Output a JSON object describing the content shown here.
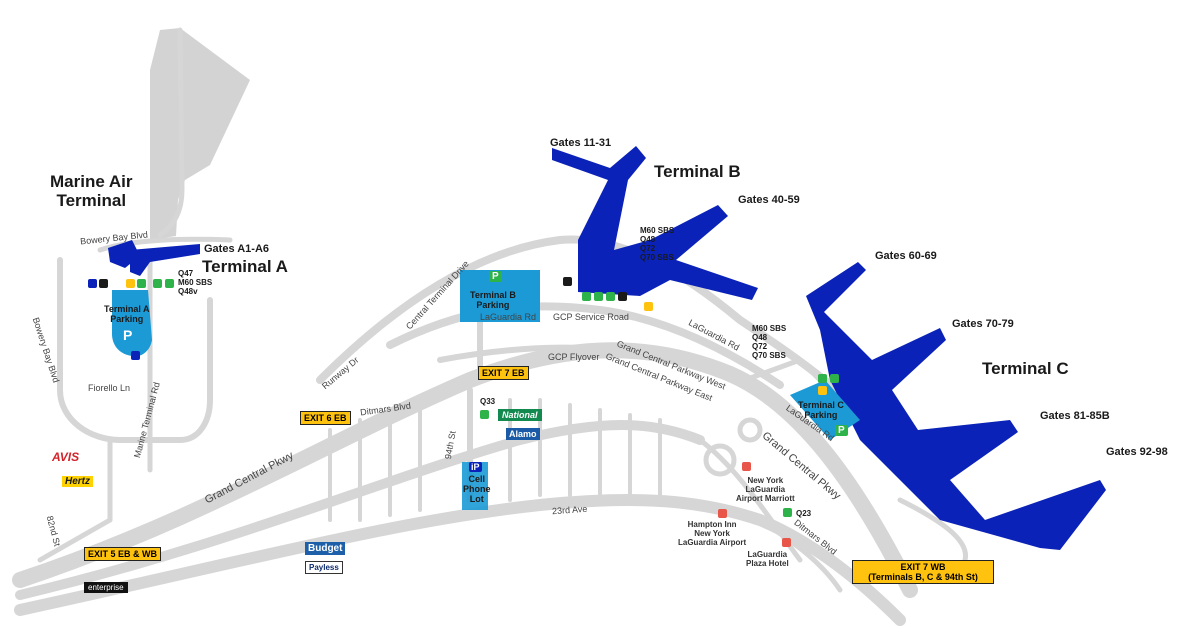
{
  "terminals": {
    "marine_air": "Marine Air\nTerminal",
    "a": "Terminal A",
    "b": "Terminal B",
    "c": "Terminal C"
  },
  "gates": {
    "a": "Gates A1-A6",
    "b1": "Gates 11-31",
    "b2": "Gates 40-59",
    "c1": "Gates 60-69",
    "c2": "Gates 70-79",
    "c3": "Gates 81-85B",
    "c4": "Gates 92-98"
  },
  "parking": {
    "a": "Terminal A\nParking",
    "b": "Terminal B\nParking",
    "c": "Terminal C\nParking",
    "cell": "Cell\nPhone\nLot",
    "symbol": "P",
    "cell_symbol": "iP"
  },
  "bus_routes": {
    "a": "Q47\nM60 SBS\nQ48v",
    "b": "M60 SBS\nQ48\nQ72\nQ70 SBS",
    "c": "M60 SBS\nQ48\nQ72\nQ70 SBS",
    "q33": "Q33",
    "q23": "Q23"
  },
  "roads": {
    "bowery_bay_blvd_top": "Bowery Bay Blvd",
    "bowery_bay_blvd_left": "Bowery Bay Blvd",
    "fiorello": "Fiorello Ln",
    "marine_terminal": "Marine Terminal Rd",
    "central_terminal": "Central Terminal Drive",
    "laguardia_rd_b": "LaGuardia Rd",
    "gcp_service": "GCP Service Road",
    "laguardia_rd_right": "LaGuardia Rd",
    "runway": "Runway Dr",
    "gcp_flyover": "GCP Flyover",
    "gcp_west": "Grand Central Parkway West",
    "gcp_east": "Grand Central Parkway East",
    "laguardia_rd_c": "LaGuardia Rd",
    "ditmars": "Ditmars Blvd",
    "grand_central_left": "Grand Central Pkwy",
    "grand_central_right": "Grand Central Pkwy",
    "94th": "94th St",
    "23rd": "23rd Ave",
    "82nd": "82nd St",
    "ditmars_right": "Ditmars Blvd"
  },
  "exits": {
    "exit7eb": "EXIT 7 EB",
    "exit6eb": "EXIT 6 EB",
    "exit5": "EXIT 5 EB & WB",
    "exit7wb": "EXIT 7 WB\n(Terminals B, C & 94th St)"
  },
  "rental": {
    "avis": "AVIS",
    "hertz": "Hertz",
    "national": "National",
    "alamo": "Alamo",
    "budget": "Budget",
    "payless": "Payless",
    "enterprise": "enterprise"
  },
  "hotels": {
    "marriott": "New York\nLaGuardia\nAirport Marriott",
    "hampton": "Hampton Inn\nNew York\nLaGuardia Airport",
    "plaza": "LaGuardia\nPlaza Hotel"
  },
  "colors": {
    "terminal": "#0a22b8",
    "parking": "#1b9ad6",
    "exit": "#ffc20e",
    "road": "#d6d6d6",
    "bus": "#2db34a",
    "taxi": "#ffc20e",
    "hotel": "#e8564a"
  }
}
